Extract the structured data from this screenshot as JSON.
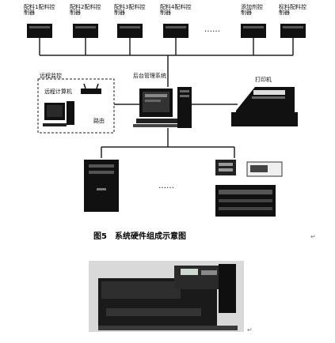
{
  "controllers": [
    {
      "name": "配料1配料控制器"
    },
    {
      "name": "配料2配料控制器"
    },
    {
      "name": "配料3配料控制器"
    },
    {
      "name": "配料4配料控制器"
    },
    {
      "name": "添加剂控制器"
    },
    {
      "name": "标料配料控制器"
    }
  ],
  "controller_ellipsis": "……",
  "remote_box_label": "远程监控",
  "remote_pc_label": "远程计算机",
  "router_label": "路由",
  "server_label": "后台管理系统",
  "printer_label": "打印机",
  "bottom_ellipsis": "……",
  "caption": "图5　系统硬件组成示意图",
  "return_mark": "↵"
}
